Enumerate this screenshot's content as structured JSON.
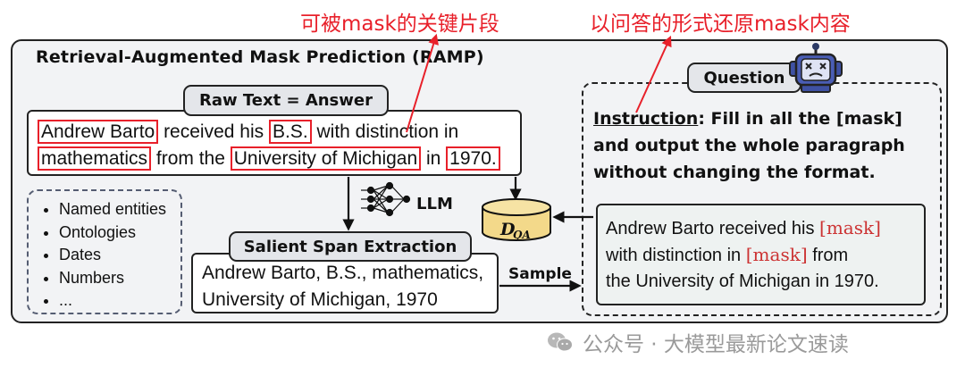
{
  "annotations": {
    "maskable_spans": "可被mask的关键片段",
    "restore_as_qa": "以问答的形式还原mask内容"
  },
  "title": "Retrieval-Augmented Mask Prediction (RAMP)",
  "raw_text": {
    "label": "Raw Text = Answer",
    "line1": {
      "hl_name": "Andrew Barto",
      "t1": " received his ",
      "hl_degree": "B.S.",
      "t2": " with distinction in"
    },
    "line2": {
      "hl_field": "mathematics",
      "t1": " from the ",
      "hl_univ": "University of Michigan",
      "t2": " in ",
      "hl_year": "1970."
    }
  },
  "llm_label": "LLM",
  "dqa": {
    "main": "D",
    "sub": "QA"
  },
  "bullets": [
    "Named entities",
    "Ontologies",
    "Dates",
    "Numbers",
    "..."
  ],
  "salient": {
    "label": "Salient Span Extraction",
    "line1": "Andrew Barto, B.S., mathematics,",
    "line2": "University of Michigan, 1970"
  },
  "sample_label": "Sample",
  "question": {
    "label": "Question",
    "instruction_head": "Instruction",
    "instruction_line1": ": Fill in all the [mask]",
    "instruction_line2": "and output the whole paragraph",
    "instruction_line3": "without changing the format.",
    "masked": {
      "l1a": "Andrew Barto received his ",
      "mask1": "[mask]",
      "l2a": "with distinction in ",
      "mask2": "[mask]",
      "l2b": " from",
      "l3": "the University of Michigan in 1970."
    }
  },
  "watermark": "公众号 · 大模型最新论文速读",
  "colors": {
    "highlight": "#e8202a",
    "mask": "#cc3333",
    "pill_bg": "#e4e6ea",
    "panel_bg": "#f2f3f5",
    "qbox_bg": "#eef2f1"
  }
}
